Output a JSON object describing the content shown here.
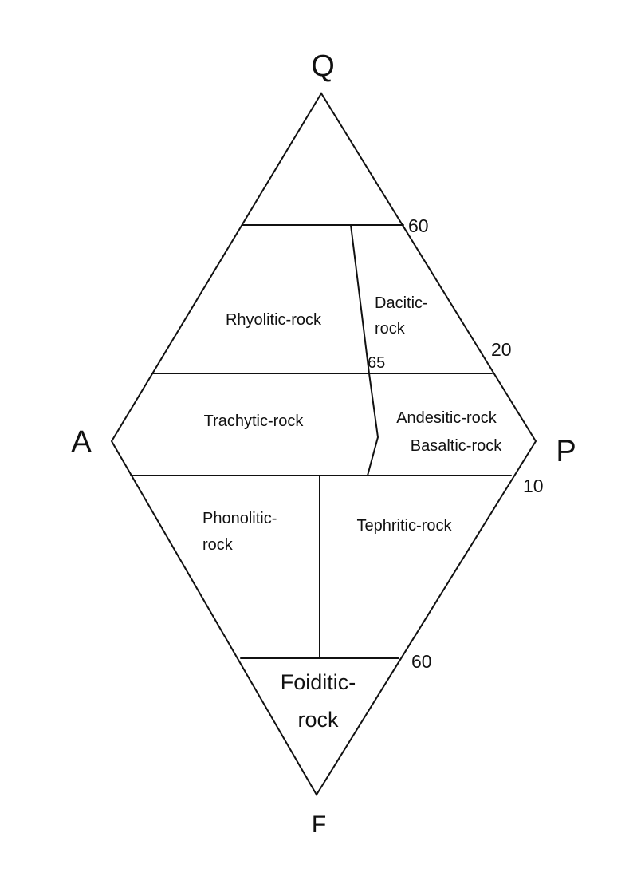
{
  "apices": {
    "q": "Q",
    "a": "A",
    "p": "P",
    "f": "F"
  },
  "ticks": {
    "q60": "60",
    "q20": "20",
    "f10": "10",
    "f60": "60",
    "plag65": "65"
  },
  "fields": {
    "rhyolitic": "Rhyolitic-rock",
    "dacitic_line1": "Dacitic-",
    "dacitic_line2": "rock",
    "trachytic": "Trachytic-rock",
    "andesitic": "Andesitic-rock",
    "basaltic": "Basaltic-rock",
    "phonolitic_line1": "Phonolitic-",
    "phonolitic_line2": "rock",
    "tephritic": "Tephritic-rock",
    "foiditic_line1": "Foiditic-",
    "foiditic_line2": "rock"
  }
}
